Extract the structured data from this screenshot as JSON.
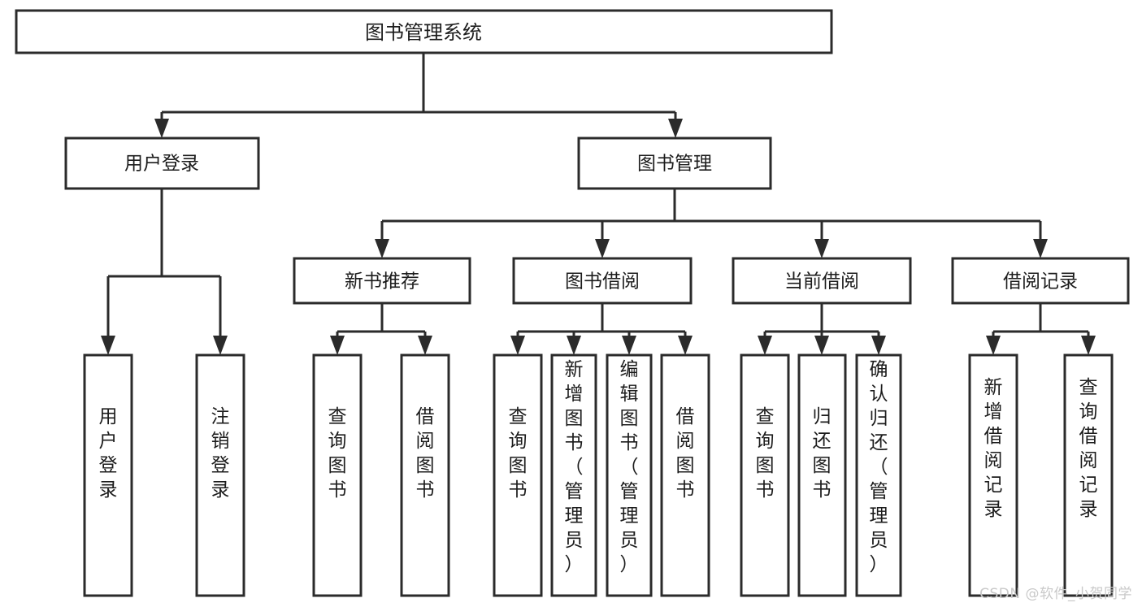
{
  "diagram": {
    "type": "tree-hierarchy",
    "title": "图书管理系统",
    "watermark": "CSDN @软件_小贺同学",
    "colors": {
      "stroke": "#2b2b2b",
      "box_fill": "#ffffff",
      "text": "#1c1c1c",
      "background": "#ffffff",
      "watermark": "#c9c9c9"
    },
    "levels": {
      "root": {
        "label": "图书管理系统"
      },
      "level2": [
        {
          "label": "用户登录"
        },
        {
          "label": "图书管理"
        }
      ],
      "level3": [
        {
          "label": "新书推荐"
        },
        {
          "label": "图书借阅"
        },
        {
          "label": "当前借阅"
        },
        {
          "label": "借阅记录"
        }
      ]
    },
    "nodes": {
      "root": "图书管理系统",
      "user_login": "用户登录",
      "book_manage": "图书管理",
      "new_book_rec": "新书推荐",
      "book_borrow": "图书借阅",
      "current_borrow": "当前借阅",
      "borrow_record": "借阅记录",
      "leaf_user_login": "用户登录",
      "leaf_user_logout": "注销登录",
      "leaf_rec_query": "查询图书",
      "leaf_rec_borrow": "借阅图书",
      "leaf_borrow_query": "查询图书",
      "leaf_borrow_add": "新增图书（管理员）",
      "leaf_borrow_edit": "编辑图书（管理员）",
      "leaf_borrow_do": "借阅图书",
      "leaf_cur_query": "查询图书",
      "leaf_cur_return": "归还图书",
      "leaf_cur_confirm": "确认归还（管理员）",
      "leaf_rec_add": "新增借阅记录",
      "leaf_rec_search": "查询借阅记录"
    },
    "groups": [
      {
        "parent": "用户登录",
        "children": [
          "用户登录",
          "注销登录"
        ]
      },
      {
        "parent": "新书推荐",
        "children": [
          "查询图书",
          "借阅图书"
        ]
      },
      {
        "parent": "图书借阅",
        "children": [
          "查询图书",
          "新增图书（管理员）",
          "编辑图书（管理员）",
          "借阅图书"
        ]
      },
      {
        "parent": "当前借阅",
        "children": [
          "查询图书",
          "归还图书",
          "确认归还（管理员）"
        ]
      },
      {
        "parent": "借阅记录",
        "children": [
          "新增借阅记录",
          "查询借阅记录"
        ]
      }
    ]
  }
}
